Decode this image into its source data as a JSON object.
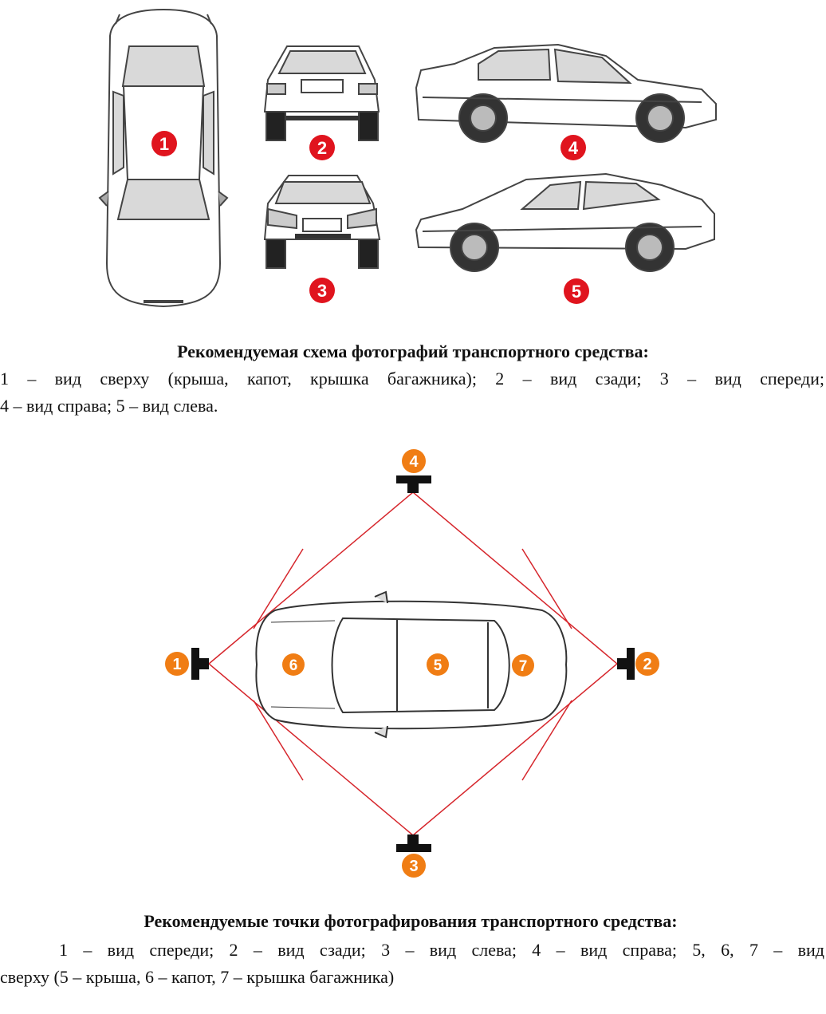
{
  "colors": {
    "red_badge": "#e0141e",
    "orange_badge": "#f07d14",
    "line": "#d6262c",
    "car_glass": "#d9d9d9",
    "car_outline": "#444444"
  },
  "top_views": {
    "badges": [
      "1",
      "2",
      "3",
      "4",
      "5"
    ],
    "title": "Рекомендуемая схема фотографий транспортного средства:",
    "line1": "1 – вид сверху (крыша, капот, крышка багажника); 2 – вид сзади; 3 – вид спереди;",
    "line2": "4 – вид справа; 5 – вид слева."
  },
  "camera_scheme": {
    "camera_badges": [
      "1",
      "2",
      "3",
      "4"
    ],
    "car_badges": [
      "6",
      "5",
      "7"
    ],
    "title": "Рекомендуемые точки фотографирования транспортного средства:",
    "line1": "1 – вид спереди; 2 – вид сзади; 3 – вид слева; 4 – вид справа; 5, 6, 7 – вид",
    "line2": "сверху (5 – крыша, 6 – капот, 7 – крышка багажника)"
  }
}
